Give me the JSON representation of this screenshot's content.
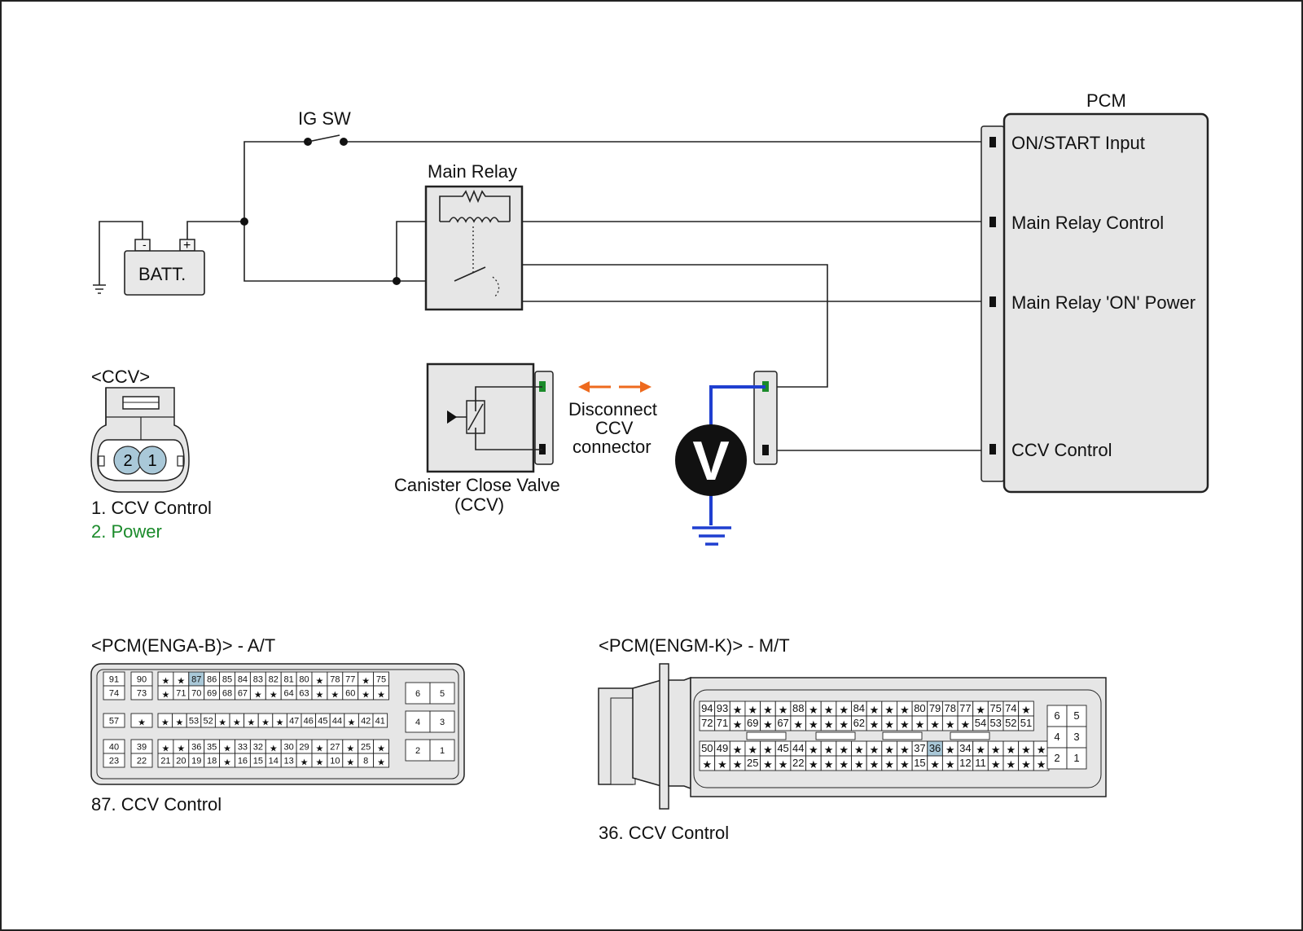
{
  "colors": {
    "power_green": "#1a8a2a",
    "probe_blue": "#1f3fd0",
    "arrow_orange": "#ee6a1e",
    "pin_highlight": "#a9c8d8",
    "panel_fill": "#e6e6e6"
  },
  "labels": {
    "ig_sw": "IG SW",
    "main_relay": "Main Relay",
    "batt": "BATT.",
    "batt_minus": "-",
    "batt_plus": "+",
    "pcm": "PCM",
    "on_start_input": "ON/START Input",
    "main_relay_control": "Main Relay Control",
    "main_relay_on_power": "Main Relay 'ON' Power",
    "ccv_control": "CCV Control",
    "ccv_conn_title": "<CCV>",
    "ccv_pin_1": "1",
    "ccv_pin_2": "2",
    "ccv_legend_1": "1. CCV Control",
    "ccv_legend_2": "2. Power",
    "valve_line1": "Canister Close Valve",
    "valve_line2": "(CCV)",
    "disconnect_1": "Disconnect",
    "disconnect_2": "CCV",
    "disconnect_3": "connector",
    "voltmeter": "V",
    "pcm_a_title": "<PCM(ENGA-B)> - A/T",
    "pcm_a_legend": "87. CCV Control",
    "pcm_k_title": "<PCM(ENGM-K)> - M/T",
    "pcm_k_legend": "36. CCV Control"
  },
  "connector_a": {
    "highlight": "87",
    "left_blocks": [
      [
        "91",
        "74"
      ],
      [
        "90",
        "73"
      ],
      [
        "57"
      ],
      [
        "*"
      ],
      [
        "40",
        "23"
      ],
      [
        "39",
        "22"
      ]
    ],
    "rows": [
      [
        "*",
        "*",
        "87",
        "86",
        "85",
        "84",
        "83",
        "82",
        "81",
        "80",
        "*",
        "78",
        "77",
        "*",
        "75"
      ],
      [
        "*",
        "71",
        "70",
        "69",
        "68",
        "67",
        "*",
        "*",
        "64",
        "63",
        "*",
        "*",
        "60",
        "*",
        "*"
      ],
      [
        "*",
        "*",
        "53",
        "52",
        "*",
        "*",
        "*",
        "*",
        "*",
        "47",
        "46",
        "45",
        "44",
        "*",
        "42",
        "41"
      ],
      [
        "*",
        "*",
        "36",
        "35",
        "*",
        "33",
        "32",
        "*",
        "30",
        "29",
        "*",
        "27",
        "*",
        "25",
        "*"
      ],
      [
        "21",
        "20",
        "19",
        "18",
        "*",
        "16",
        "15",
        "14",
        "13",
        "*",
        "*",
        "10",
        "*",
        "8",
        "*"
      ]
    ],
    "right": [
      [
        "6",
        "5"
      ],
      [
        "4",
        "3"
      ],
      [
        "2",
        "1"
      ]
    ]
  },
  "connector_k": {
    "highlight": "36",
    "rows": [
      [
        "94",
        "93",
        "*",
        "*",
        "*",
        "*",
        "88",
        "*",
        "*",
        "*",
        "84",
        "*",
        "*",
        "*",
        "80",
        "79",
        "78",
        "77",
        "*",
        "75",
        "74",
        "*"
      ],
      [
        "72",
        "71",
        "*",
        "69",
        "*",
        "67",
        "*",
        "*",
        "*",
        "*",
        "62",
        "*",
        "*",
        "*",
        "*",
        "*",
        "*",
        "*",
        "54",
        "53",
        "52",
        "51"
      ],
      [
        "50",
        "49",
        "*",
        "*",
        "*",
        "45",
        "44",
        "*",
        "*",
        "*",
        "*",
        "*",
        "*",
        "*",
        "37",
        "36",
        "*",
        "34",
        "*",
        "*",
        "*",
        "*",
        "*"
      ],
      [
        "*",
        "*",
        "*",
        "25",
        "*",
        "*",
        "22",
        "*",
        "*",
        "*",
        "*",
        "*",
        "*",
        "*",
        "15",
        "*",
        "*",
        "12",
        "11",
        "*",
        "*",
        "*",
        "*"
      ]
    ],
    "right": [
      [
        "6",
        "5"
      ],
      [
        "4",
        "3"
      ],
      [
        "2",
        "1"
      ]
    ]
  }
}
